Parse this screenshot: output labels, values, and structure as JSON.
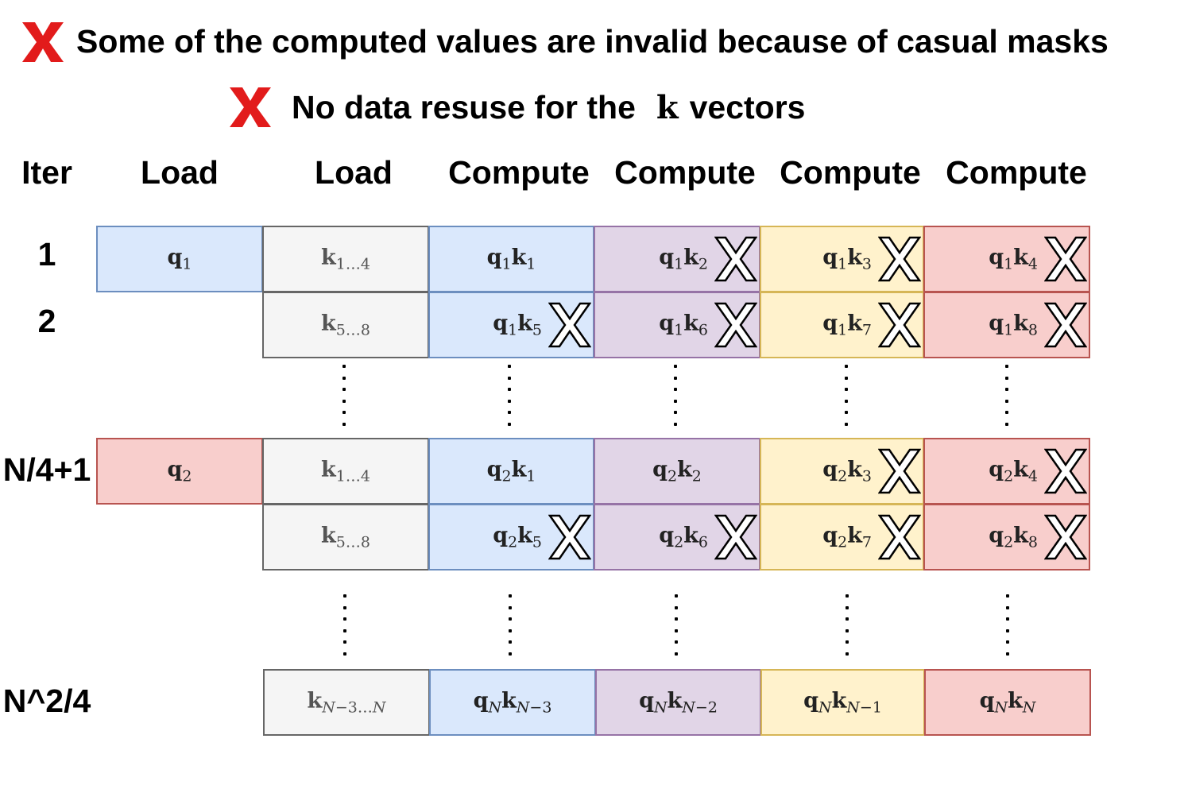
{
  "legend": [
    {
      "text": "Some of the computed values are invalid because of casual masks"
    },
    {
      "text_before": "No data resuse for the",
      "symbol": "k",
      "text_after": "vectors"
    }
  ],
  "headers": [
    "Iter",
    "Load",
    "Load",
    "Compute",
    "Compute",
    "Compute",
    "Compute"
  ],
  "iterations": [
    "1",
    "2",
    "N/4+1",
    "N^2/4"
  ],
  "colors": {
    "legend_x": "#e21b1b",
    "gray": "#f5f5f5",
    "blue": "#dae8fc",
    "purple": "#e1d5e7",
    "yellow": "#fff2cc",
    "red": "#f8cecc"
  },
  "rows": [
    {
      "iter": "1",
      "q_load": {
        "base": "q",
        "sub": "1",
        "color": "blue"
      },
      "k_load": {
        "base": "k",
        "sub": "1…4"
      },
      "compute": [
        {
          "q": "1",
          "k": "1",
          "invalid": false
        },
        {
          "q": "1",
          "k": "2",
          "invalid": true
        },
        {
          "q": "1",
          "k": "3",
          "invalid": true
        },
        {
          "q": "1",
          "k": "4",
          "invalid": true
        }
      ]
    },
    {
      "iter": "2",
      "k_load": {
        "base": "k",
        "sub": "5…8"
      },
      "compute": [
        {
          "q": "1",
          "k": "5",
          "invalid": true
        },
        {
          "q": "1",
          "k": "6",
          "invalid": true
        },
        {
          "q": "1",
          "k": "7",
          "invalid": true
        },
        {
          "q": "1",
          "k": "8",
          "invalid": true
        }
      ]
    },
    {
      "iter": "N/4+1",
      "q_load": {
        "base": "q",
        "sub": "2",
        "color": "red"
      },
      "k_load": {
        "base": "k",
        "sub": "1…4"
      },
      "compute": [
        {
          "q": "2",
          "k": "1",
          "invalid": false
        },
        {
          "q": "2",
          "k": "2",
          "invalid": false
        },
        {
          "q": "2",
          "k": "3",
          "invalid": true
        },
        {
          "q": "2",
          "k": "4",
          "invalid": true
        }
      ]
    },
    {
      "iter": "",
      "k_load": {
        "base": "k",
        "sub": "5…8"
      },
      "compute": [
        {
          "q": "2",
          "k": "5",
          "invalid": true
        },
        {
          "q": "2",
          "k": "6",
          "invalid": true
        },
        {
          "q": "2",
          "k": "7",
          "invalid": true
        },
        {
          "q": "2",
          "k": "8",
          "invalid": true
        }
      ]
    },
    {
      "iter": "N^2/4",
      "k_load": {
        "base": "k",
        "sub": "N−3…N"
      },
      "compute": [
        {
          "q": "N",
          "k": "N−3",
          "invalid": false
        },
        {
          "q": "N",
          "k": "N−2",
          "invalid": false
        },
        {
          "q": "N",
          "k": "N−1",
          "invalid": false
        },
        {
          "q": "N",
          "k": "N",
          "invalid": false
        }
      ]
    }
  ]
}
